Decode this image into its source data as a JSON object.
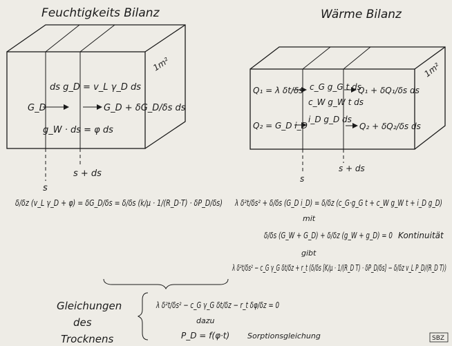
{
  "titles": {
    "left": "Feuchtigkeits Bilanz",
    "right": "Wärme Bilanz"
  },
  "area_label": "1m²",
  "left_box": {
    "flux_in": "G_D",
    "flux_out": "G_D + δG_D/δs ds",
    "top_term": "ds g_D = v_L γ_D ds",
    "bottom_term": "g_W · ds = φ ds",
    "section_s": "s",
    "section_sds": "s + ds"
  },
  "right_box": {
    "q1_in": "Q₁ = λ δt/δs",
    "q2_in": "Q₂ = G_D i_D",
    "term_a": "c_G g_G t ds",
    "term_b": "c_W g_W t ds",
    "term_c": "i_D g_D ds",
    "q1_out": "Q₁ + δQ₁/δs ds",
    "q2_out": "Q₂ + δQ₂/δs ds",
    "section_s": "s",
    "section_sds": "s + ds"
  },
  "equations": {
    "moisture": "δ/δz (v_L γ_D + φ) = δG_D/δs = δ/δs (k/μ · 1/(R_D·T) · δP_D/δs)",
    "heat": "λ δ²t/δs² + δ/δs (G_D i_D) = δ/δz (c_G·g_G t + c_W g_W t + i_D g_D)",
    "mit": "mit",
    "continuity": "δ/δs (G_W + G_D) + δ/δz (g_W + g_D) = 0",
    "continuity_label": "Kontinuität",
    "gibt": "gibt",
    "combined": "λ δ²t/δs² − c_G γ_G δt/δz + r_t (δ/δs [K/μ · 1/(R_D T) · δP_D/δs] − δ/δz v_L P_D/(R_D T))",
    "drying_label": [
      "Gleichungen",
      "des",
      "Trocknens"
    ],
    "drying_eq": "λ δ²t/δs² − c_G γ_G δt/δz − r_t δφ/δz = 0",
    "dazu": "dazu",
    "sorption": "P_D = f(φ·t)",
    "sorption_label": "Sorptionsgleichung"
  },
  "corner_mark": "SBZ"
}
